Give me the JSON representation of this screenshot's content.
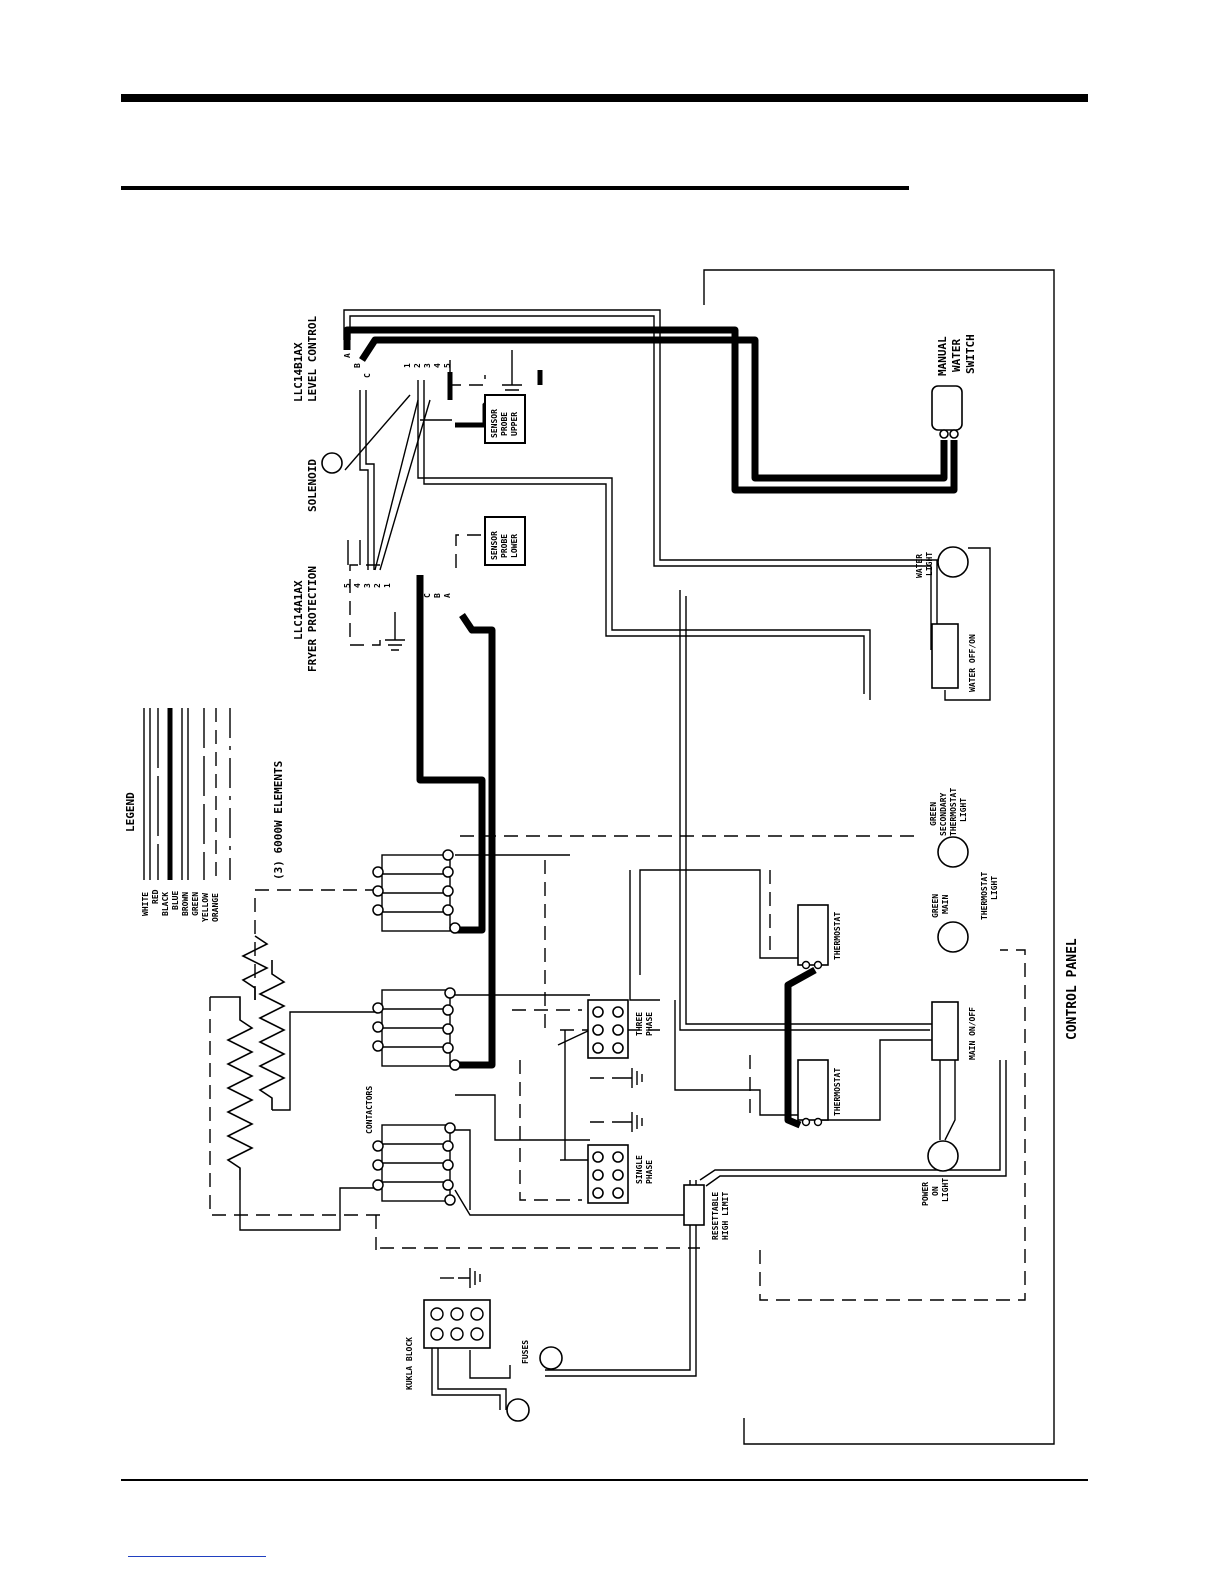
{
  "labels": {
    "level_control_model": "LLC14B1AX",
    "level_control": "LEVEL CONTROL",
    "solenoid": "SOLENOID",
    "fryer_protection_model": "LLC14A1AX",
    "fryer_protection": "FRYER PROTECTION",
    "manual_water_switch_1": "MANUAL",
    "manual_water_switch_2": "WATER",
    "manual_water_switch_3": "SWITCH",
    "sensor_upper_1": "SENSOR",
    "sensor_upper_2": "PROBE",
    "sensor_upper_3": "UPPER",
    "sensor_lower_1": "SENSOR",
    "sensor_lower_2": "PROBE",
    "sensor_lower_3": "LOWER",
    "water_light_1": "WATER",
    "water_light_2": "LIGHT",
    "water_off_on": "WATER OFF/ON",
    "legend": "LEGEND",
    "elements": "(3) 6000W ELEMENTS",
    "green_secondary_1": "GREEN",
    "green_secondary_2": "SECONDARY",
    "green_secondary_3": "THERMOSTAT",
    "green_secondary_4": "LIGHT",
    "green_main_1": "GREEN",
    "green_main_2": "MAIN",
    "green_main_3": "THERMOSTAT",
    "green_main_4": "LIGHT",
    "thermostat_upper": "THERMOSTAT",
    "thermostat_lower": "THERMOSTAT",
    "main_on_off": "MAIN ON/OFF",
    "control_panel": "CONTROL PANEL",
    "contactors": "CONTACTORS",
    "three_phase_1": "THREE",
    "three_phase_2": "PHASE",
    "single_phase_1": "SINGLE",
    "single_phase_2": "PHASE",
    "resettable_1": "RESETTABLE",
    "resettable_2": "HIGH LIMIT",
    "power_on_1": "POWER",
    "power_on_2": "ON",
    "power_on_3": "LIGHT",
    "kukla_block": "KUKLA BLOCK",
    "fuses": "FUSES"
  },
  "terminals_abc": [
    "A",
    "B",
    "C"
  ],
  "terminals_12345": [
    "1",
    "2",
    "3",
    "4",
    "5"
  ],
  "terminals_54321": [
    "5",
    "4",
    "3",
    "2",
    "1"
  ],
  "terminals_cba": [
    "C",
    "B",
    "A"
  ],
  "legend_entries": [
    "WHITE",
    "RED",
    "BLACK",
    "BLUE",
    "BROWN",
    "GREEN",
    "YELLOW",
    "ORANGE"
  ]
}
